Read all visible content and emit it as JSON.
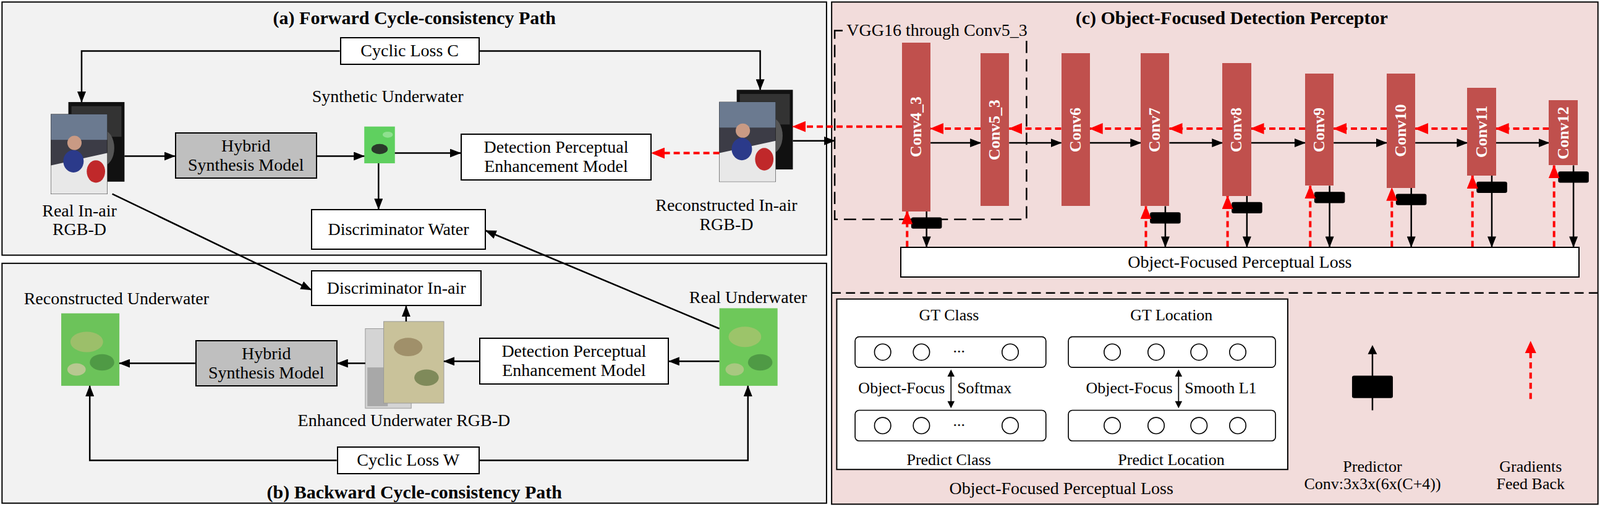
{
  "diagram": {
    "nodes": [
      {
        "text": [
          "(a) Forward Cycle-consistency Path"
        ]
      },
      {
        "text": [
          "Cyclic Loss C"
        ],
        "in": 0
      },
      {
        "text": [
          "Real In-air RGB-D"
        ],
        "in": 0
      },
      {
        "text": [
          "Hybrid Synthesis Model"
        ],
        "in": 0
      },
      {
        "text": [
          "Synthetic Underwater"
        ],
        "in": 0
      },
      {
        "text": [
          "Detection Perceptual Enhancement Model"
        ],
        "in": 0
      },
      {
        "text": [
          "Discriminator Water"
        ],
        "in": 0
      },
      {
        "text": [
          "Reconstructed In-air RGB-D"
        ],
        "in": 0
      },
      {
        "text": [
          "(b) Backward Cycle-consistency Path"
        ]
      },
      {
        "text": [
          "Discriminator In-air"
        ],
        "in": 8
      },
      {
        "text": [
          "Reconstructed Underwater"
        ],
        "in": 8
      },
      {
        "text": [
          "Hybrid Synthesis Model"
        ],
        "in": 8
      },
      {
        "text": [
          "Enhanced Underwater RGB-D"
        ],
        "in": 8
      },
      {
        "text": [
          "Detection Perceptual Enhancement Model"
        ],
        "in": 8
      },
      {
        "text": [
          "Real Underwater"
        ],
        "in": 8
      },
      {
        "text": [
          "Cyclic Loss W"
        ],
        "in": 8
      },
      {
        "text": [
          "(c) Object-Focused Detection Perceptor"
        ]
      },
      {
        "text": [
          "VGG16 through Conv5_3"
        ],
        "in": 16
      },
      {
        "text": [
          "Conv4_3"
        ],
        "in": 17
      },
      {
        "text": [
          "Conv5_3"
        ],
        "in": 17
      },
      {
        "text": [
          "Conv6"
        ],
        "in": 16
      },
      {
        "text": [
          "Conv7"
        ],
        "in": 16
      },
      {
        "text": [
          "Conv8"
        ],
        "in": 16
      },
      {
        "text": [
          "Conv9"
        ],
        "in": 16
      },
      {
        "text": [
          "Conv10"
        ],
        "in": 16
      },
      {
        "text": [
          "Conv11"
        ],
        "in": 16
      },
      {
        "text": [
          "Conv12"
        ],
        "in": 16
      },
      {
        "text": [
          "Object-Focused Perceptual Loss"
        ],
        "in": 16
      },
      {
        "text": [
          "GT Class",
          "GT Location",
          "...",
          "Object-Focus",
          "Softmax",
          "Object-Focus",
          "Smooth L1",
          "...",
          "Predict Class",
          "Predict Location",
          "Object-Focused Perceptual Loss"
        ],
        "in": 16
      }
    ],
    "edges": [
      {
        "from": 1,
        "to": 2,
        "arrow": "to"
      },
      {
        "from": 1,
        "to": 7,
        "arrow": "to"
      },
      {
        "from": 2,
        "to": 3,
        "arrow": "to"
      },
      {
        "from": 3,
        "to": 4,
        "arrow": "to"
      },
      {
        "from": 4,
        "to": 5,
        "arrow": "to"
      },
      {
        "from": 4,
        "to": 6,
        "arrow": "to"
      },
      {
        "from": 7,
        "to": 5,
        "arrow": "to"
      },
      {
        "from": 2,
        "to": 9,
        "arrow": "to"
      },
      {
        "from": 14,
        "to": 6,
        "arrow": "to"
      },
      {
        "from": 7,
        "to": 17,
        "arrow": "to"
      },
      {
        "from": 18,
        "to": 7,
        "arrow": "to"
      },
      {
        "from": 14,
        "to": 13,
        "arrow": "to"
      },
      {
        "from": 13,
        "to": 12,
        "arrow": "to"
      },
      {
        "from": 12,
        "to": 11,
        "arrow": "to"
      },
      {
        "from": 11,
        "to": 10,
        "arrow": "to"
      },
      {
        "from": 12,
        "to": 9,
        "arrow": "to"
      },
      {
        "from": 15,
        "to": 10,
        "arrow": "to"
      },
      {
        "from": 15,
        "to": 14,
        "arrow": "to"
      },
      {
        "from": 18,
        "to": 19,
        "arrow": "to"
      },
      {
        "from": 19,
        "to": 20,
        "arrow": "to"
      },
      {
        "from": 20,
        "to": 21,
        "arrow": "to"
      },
      {
        "from": 21,
        "to": 22,
        "arrow": "to"
      },
      {
        "from": 22,
        "to": 23,
        "arrow": "to"
      },
      {
        "from": 23,
        "to": 24,
        "arrow": "to"
      },
      {
        "from": 24,
        "to": 25,
        "arrow": "to"
      },
      {
        "from": 25,
        "to": 26,
        "arrow": "to"
      },
      {
        "from": 19,
        "to": 18,
        "arrow": "to"
      },
      {
        "from": 20,
        "to": 19,
        "arrow": "to"
      },
      {
        "from": 21,
        "to": 20,
        "arrow": "to"
      },
      {
        "from": 22,
        "to": 21,
        "arrow": "to"
      },
      {
        "from": 23,
        "to": 22,
        "arrow": "to"
      },
      {
        "from": 24,
        "to": 23,
        "arrow": "to"
      },
      {
        "from": 25,
        "to": 24,
        "arrow": "to"
      },
      {
        "from": 26,
        "to": 25,
        "arrow": "to"
      },
      {
        "from": 18,
        "to": 27,
        "arrow": "to"
      },
      {
        "from": 21,
        "to": 27,
        "arrow": "to"
      },
      {
        "from": 22,
        "to": 27,
        "arrow": "to"
      },
      {
        "from": 23,
        "to": 27,
        "arrow": "to"
      },
      {
        "from": 24,
        "to": 27,
        "arrow": "to"
      },
      {
        "from": 25,
        "to": 27,
        "arrow": "to"
      },
      {
        "from": 26,
        "to": 27,
        "arrow": "to"
      },
      {
        "from": 27,
        "to": 18,
        "arrow": "to"
      },
      {
        "from": 27,
        "to": 21,
        "arrow": "to"
      },
      {
        "from": 27,
        "to": 22,
        "arrow": "to"
      },
      {
        "from": 27,
        "to": 23,
        "arrow": "to"
      },
      {
        "from": 27,
        "to": 24,
        "arrow": "to"
      },
      {
        "from": 27,
        "to": 25,
        "arrow": "to"
      },
      {
        "from": 27,
        "to": 26,
        "arrow": "to"
      }
    ],
    "legend": [
      {
        "text": "Predictor Conv:3x3x(6x(C+4))"
      },
      {
        "text": "Gradients Feed Back"
      }
    ]
  }
}
